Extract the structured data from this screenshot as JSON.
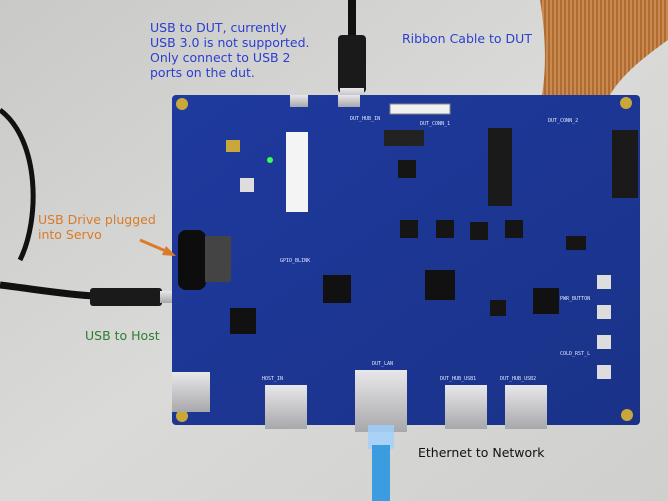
{
  "annotations": {
    "usb_to_dut": "USB to DUT, currently\nUSB 3.0 is not supported.\nOnly connect to USB 2\nports on the dut.",
    "ribbon_cable": "Ribbon Cable to DUT",
    "usb_drive": "USB Drive plugged\ninto Servo",
    "usb_to_host": "USB to Host",
    "ethernet": "Ethernet to Network"
  },
  "colors": {
    "usb_to_dut": "#2b3fd0",
    "ribbon_cable": "#2b3fd0",
    "usb_drive": "#d97b2a",
    "usb_to_host": "#2e7d32",
    "ethernet": "#111111",
    "board": "#1f3aa0",
    "background": "#d3d3d1"
  },
  "silkscreen": {
    "dut_hub_in": "DUT_HUB_IN",
    "dut_conn_1": "DUT_CONN_1",
    "dut_conn_2": "DUT_CONN_2",
    "gpio_blink": "GPIO_BLINK",
    "pwr_button": "PWR_BUTTON",
    "cold_rst": "COLD_RST_L",
    "dut_hub_usb1": "DUT_HUB_USB1",
    "dut_hub_usb2": "DUT_HUB_USB2",
    "dut_lan": "DUT_LAN",
    "host_in": "HOST_IN"
  },
  "icons": {
    "arrow": "arrow-icon"
  }
}
